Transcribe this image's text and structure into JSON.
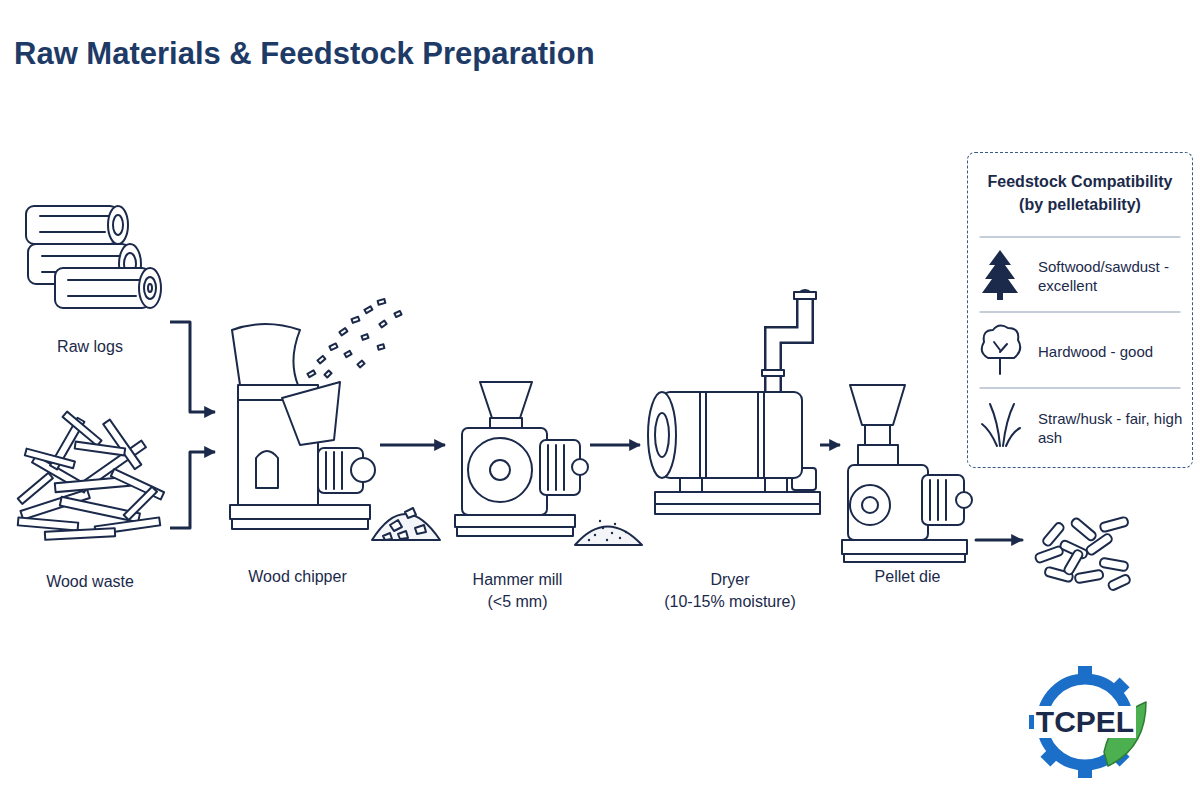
{
  "diagram": {
    "title": "Raw Materials & Feedstock Preparation",
    "nodes": [
      {
        "text": [
          "Raw logs"
        ]
      },
      {
        "text": [
          "Wood waste"
        ]
      },
      {
        "text": [
          "Wood chipper"
        ]
      },
      {
        "text": [
          "Hammer mill",
          "(<5 mm)"
        ]
      },
      {
        "text": [
          "Dryer",
          "(10-15% moisture)"
        ]
      },
      {
        "text": [
          "Pellet die"
        ]
      }
    ],
    "edges": [
      {
        "from": 0,
        "to": 2,
        "arrow": "to"
      },
      {
        "from": 1,
        "to": 2,
        "arrow": "to"
      },
      {
        "from": 2,
        "to": 3,
        "arrow": "to"
      },
      {
        "from": 3,
        "to": 4,
        "arrow": "to"
      },
      {
        "from": 4,
        "to": 5,
        "arrow": "to"
      }
    ],
    "labels": [
      "Feedstock Compatibility (by pelletability)",
      "TCPEL"
    ],
    "legend": [
      {
        "text": "Softwood/sawdust - excellent"
      },
      {
        "text": "Hardwood - good"
      },
      {
        "text": "Straw/husk - fair, high ash"
      }
    ]
  }
}
